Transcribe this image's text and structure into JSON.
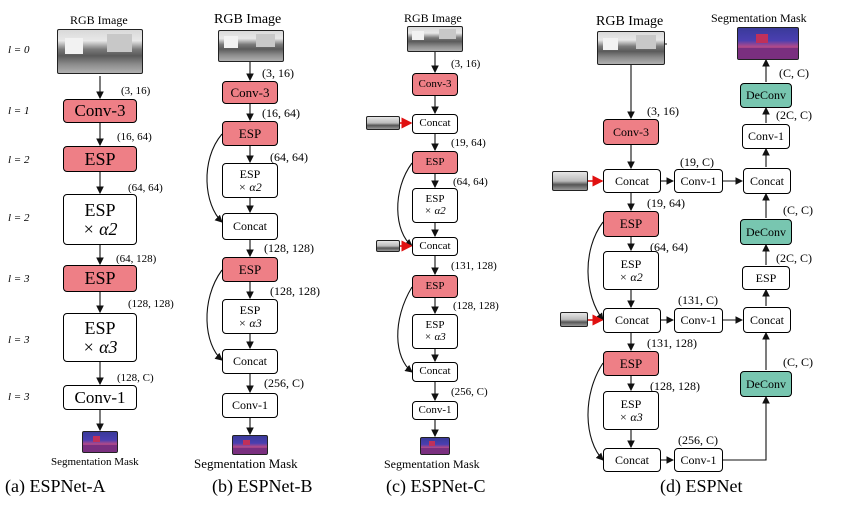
{
  "colors": {
    "red": "#ee7f86",
    "green": "#78c6b0",
    "arrow_red": "#e01010"
  },
  "common": {
    "rgb": "RGB Image",
    "seg": "Segmentation Mask"
  },
  "a": {
    "caption": "(a) ESPNet-A",
    "levels": [
      "l = 0",
      "l = 1",
      "l = 2",
      "l = 2",
      "l = 3",
      "l = 3",
      "l = 3"
    ],
    "blocks": [
      "Conv-3",
      "ESP",
      "ESP",
      "× α2",
      "ESP",
      "ESP",
      "× α3",
      "Conv-1"
    ],
    "dims": [
      "(3, 16)",
      "(16, 64)",
      "(64, 64)",
      "(64, 128)",
      "(128, 128)",
      "(128, C)"
    ]
  },
  "b": {
    "caption": "(b) ESPNet-B",
    "blocks": [
      "Conv-3",
      "ESP",
      "ESP",
      "× α2",
      "Concat",
      "ESP",
      "ESP",
      "× α3",
      "Concat",
      "Conv-1"
    ],
    "dims": [
      "(3, 16)",
      "(16, 64)",
      "(64, 64)",
      "(128, 128)",
      "(128, 128)",
      "(256, C)"
    ]
  },
  "c": {
    "caption": "(c) ESPNet-C",
    "blocks": [
      "Conv-3",
      "Concat",
      "ESP",
      "ESP",
      "× α2",
      "Concat",
      "ESP",
      "ESP",
      "× α3",
      "Concat",
      "Conv-1"
    ],
    "dims": [
      "(3, 16)",
      "(19, 64)",
      "(64, 64)",
      "(131, 128)",
      "(128, 128)",
      "(256, C)"
    ]
  },
  "d": {
    "caption": "(d) ESPNet",
    "blocks": [
      "Conv-3",
      "Concat",
      "Conv-1",
      "Concat",
      "ESP",
      "ESP",
      "× α2",
      "Concat",
      "Conv-1",
      "Concat",
      "ESP",
      "ESP",
      "× α3",
      "Concat",
      "Conv-1",
      "DeConv",
      "Conv-1",
      "DeConv",
      "ESP",
      "DeConv"
    ],
    "dims": [
      "(3, 16)",
      "(19, C)",
      "(19, 64)",
      "(64, 64)",
      "(131, C)",
      "(131, 128)",
      "(128, 128)",
      "(256, C)",
      "(C, C)",
      "(2C, C)",
      "(C, C)",
      "(2C, C)",
      "(C, C)"
    ]
  }
}
